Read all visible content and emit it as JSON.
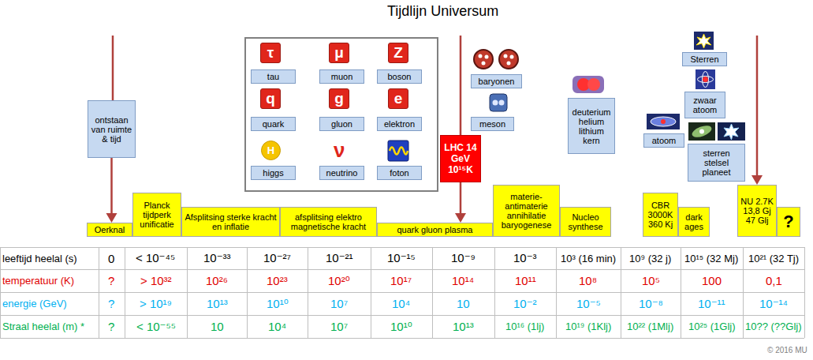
{
  "diagram": {
    "title": "Tijdlijn Universum",
    "nodes": [
      {
        "text": [
          "ontstaan van ruimte & tijd"
        ]
      },
      {
        "text": [
          "τ"
        ]
      },
      {
        "text": [
          "tau"
        ]
      },
      {
        "text": [
          "μ"
        ]
      },
      {
        "text": [
          "muon"
        ]
      },
      {
        "text": [
          "Z"
        ]
      },
      {
        "text": [
          "boson"
        ]
      },
      {
        "text": [
          "q"
        ]
      },
      {
        "text": [
          "quark"
        ]
      },
      {
        "text": [
          "g"
        ]
      },
      {
        "text": [
          "gluon"
        ]
      },
      {
        "text": [
          "e"
        ]
      },
      {
        "text": [
          "elektron"
        ]
      },
      {
        "text": [
          "H"
        ]
      },
      {
        "text": [
          "higgs"
        ]
      },
      {
        "text": [
          "neutrino"
        ]
      },
      {
        "text": [
          "foton"
        ]
      },
      {
        "text": [
          "LHC 14 GeV 10¹⁵K"
        ]
      },
      {
        "text": [
          "baryonen"
        ]
      },
      {
        "text": [
          "meson"
        ]
      },
      {
        "text": [
          "deuterium helium lithium kern"
        ]
      },
      {
        "text": [
          "Sterren"
        ]
      },
      {
        "text": [
          "zwaar atoom"
        ]
      },
      {
        "text": [
          "atoom"
        ]
      },
      {
        "text": [
          "sterren stelsel planeet"
        ]
      },
      {
        "text": [
          "Oerknal"
        ]
      },
      {
        "text": [
          "Planck tijdperk unificatie"
        ]
      },
      {
        "text": [
          "Afsplitsing sterke kracht en inflatie"
        ]
      },
      {
        "text": [
          "afsplitsing elektro magnetische kracht"
        ]
      },
      {
        "text": [
          "quark gluon plasma"
        ]
      },
      {
        "text": [
          "materie-antimaterie annihilatie baryogenese"
        ]
      },
      {
        "text": [
          "Nucleo synthese"
        ]
      },
      {
        "text": [
          "CBR 3000K 360 Kj"
        ]
      },
      {
        "text": [
          "dark ages"
        ]
      },
      {
        "text": [
          "NU 2.7K 13,8 Gj 47 Glj"
        ]
      },
      {
        "text": [
          "?"
        ]
      }
    ],
    "edges": [
      {
        "from": 0,
        "to": 25,
        "arrow": "to"
      },
      {
        "from": 17,
        "to": 29,
        "arrow": "to"
      }
    ],
    "labels": [
      "ν",
      "leeftijd heelal (s)",
      "0",
      "< 10⁻⁴⁵",
      "10⁻³³",
      "10⁻²⁷",
      "10⁻²¹",
      "10⁻¹⁵",
      "10⁻⁹",
      "10⁻³",
      "10³ (16 min)",
      "10⁹ (32 j)",
      "10¹⁵ (32 Mj)",
      "10²¹ (32 Tj)",
      "temperatuur (K)",
      "?",
      "> 10³²",
      "10²⁶",
      "10²³",
      "10²⁰",
      "10¹⁷",
      "10¹⁴",
      "10¹¹",
      "10⁸",
      "10⁵",
      "100",
      "0,1",
      "energie (GeV)",
      "?",
      "> 10¹⁹",
      "10¹³",
      "10¹⁰",
      "10⁷",
      "10⁴",
      "10",
      "10⁻²",
      "10⁻⁵",
      "10⁻⁸",
      "10⁻¹¹",
      "10⁻¹⁴",
      "Straal heelal (m) *",
      "?",
      "< 10⁻⁵⁵",
      "10",
      "10⁴",
      "10⁷",
      "10¹⁰",
      "10¹³",
      "10¹⁶ (1lj)",
      "10¹⁹ (1Klj)",
      "10²² (1Mlj)",
      "10²⁵ (1Glj)",
      "10?? (??Glj)",
      "© 2016 MU"
    ]
  }
}
